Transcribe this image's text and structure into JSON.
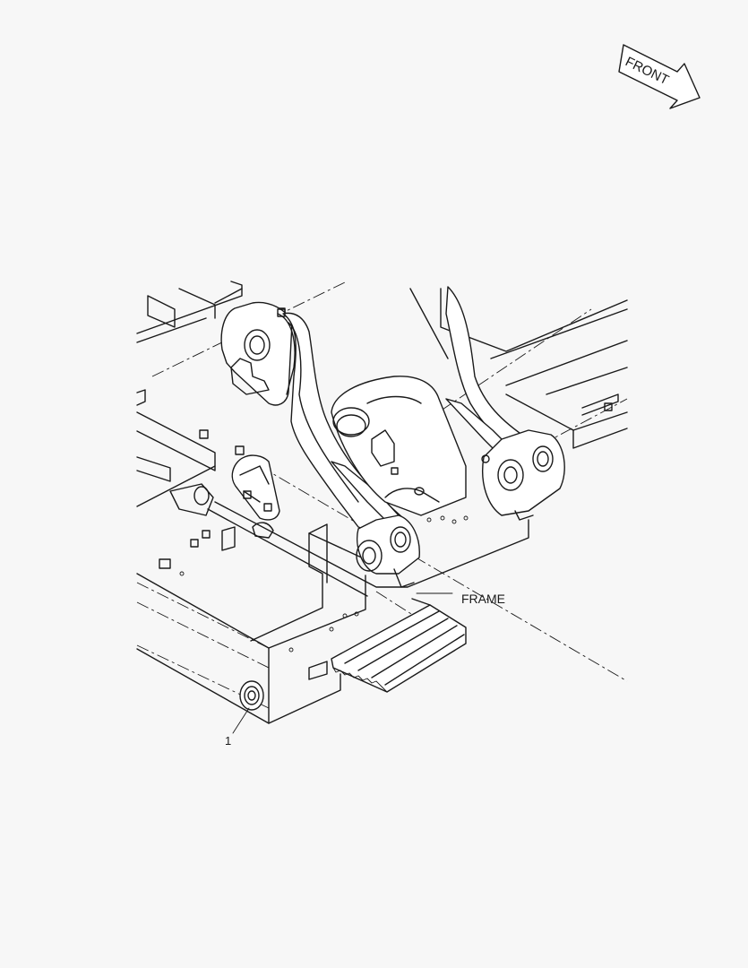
{
  "diagram": {
    "front_indicator": "FRONT",
    "assembly_label": "FRAME",
    "callouts": [
      {
        "number": "1",
        "part": "mounted-fitting"
      }
    ]
  },
  "colors": {
    "background": "#f7f7f7",
    "linework": "#1a1a1a"
  }
}
